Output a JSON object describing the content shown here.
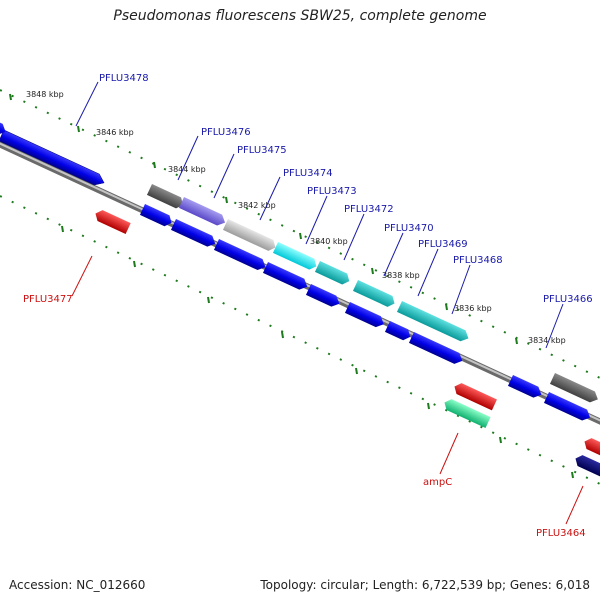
{
  "title": "Pseudomonas fluorescens SBW25, complete genome",
  "footer": {
    "accession": "Accession: NC_012660",
    "summary": "Topology: circular; Length: 6,722,539 bp; Genes: 6,018"
  },
  "colors": {
    "forward_label": "#1a1aaa",
    "reverse_label": "#cc1111",
    "backbone": "#888888",
    "ticks": "#1d7a1d"
  },
  "ticks": [
    {
      "label": "3848 kbp"
    },
    {
      "label": "3846 kbp"
    },
    {
      "label": "3844 kbp"
    },
    {
      "label": "3842 kbp"
    },
    {
      "label": "3840 kbp"
    },
    {
      "label": "3838 kbp"
    },
    {
      "label": "3836 kbp"
    },
    {
      "label": "3834 kbp"
    }
  ],
  "labels": [
    {
      "text": "PFLU3478",
      "strand": "forward"
    },
    {
      "text": "PFLU3476",
      "strand": "forward"
    },
    {
      "text": "PFLU3475",
      "strand": "forward"
    },
    {
      "text": "PFLU3474",
      "strand": "forward"
    },
    {
      "text": "PFLU3473",
      "strand": "forward"
    },
    {
      "text": "PFLU3472",
      "strand": "forward"
    },
    {
      "text": "PFLU3470",
      "strand": "forward"
    },
    {
      "text": "PFLU3469",
      "strand": "forward"
    },
    {
      "text": "PFLU3468",
      "strand": "forward"
    },
    {
      "text": "PFLU3466",
      "strand": "forward"
    },
    {
      "text": "PFLU3477",
      "strand": "reverse"
    },
    {
      "text": "ampC",
      "strand": "reverse"
    },
    {
      "text": "PFLU3464",
      "strand": "reverse"
    }
  ]
}
